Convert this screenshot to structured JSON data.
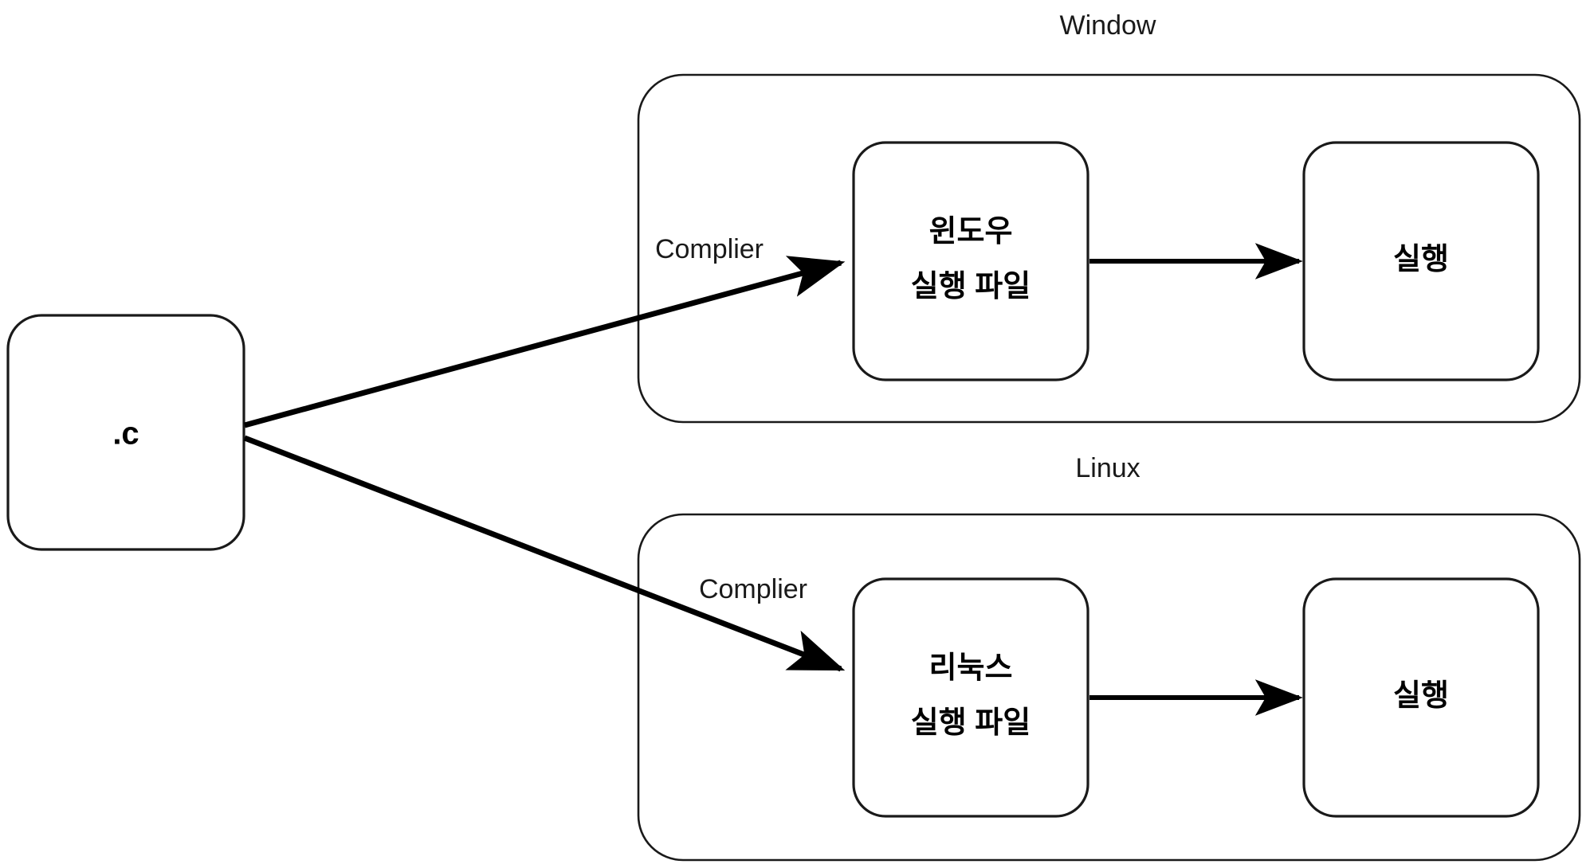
{
  "diagram": {
    "title": "C compilation targets diagram",
    "background_color": "#ffffff",
    "stroke_color": "#1a1a1a",
    "groups": [
      {
        "id": "window-group",
        "label": "Window"
      },
      {
        "id": "linux-group",
        "label": "Linux"
      }
    ],
    "nodes": [
      {
        "id": "source-node",
        "label": ".c"
      },
      {
        "id": "windows-exec-node",
        "label_line1": "윈도우",
        "label_line2": "실행 파일"
      },
      {
        "id": "windows-run-node",
        "label": "실행"
      },
      {
        "id": "linux-exec-node",
        "label_line1": "리눅스",
        "label_line2": "실행 파일"
      },
      {
        "id": "linux-run-node",
        "label": "실행"
      }
    ],
    "edges": [
      {
        "id": "edge-source-to-windows",
        "label": "Complier",
        "from": "source-node",
        "to": "windows-exec-node"
      },
      {
        "id": "edge-windows-exec-to-run",
        "label": "",
        "from": "windows-exec-node",
        "to": "windows-run-node"
      },
      {
        "id": "edge-source-to-linux",
        "label": "Complier",
        "from": "source-node",
        "to": "linux-exec-node"
      },
      {
        "id": "edge-linux-exec-to-run",
        "label": "",
        "from": "linux-exec-node",
        "to": "linux-run-node"
      }
    ]
  }
}
